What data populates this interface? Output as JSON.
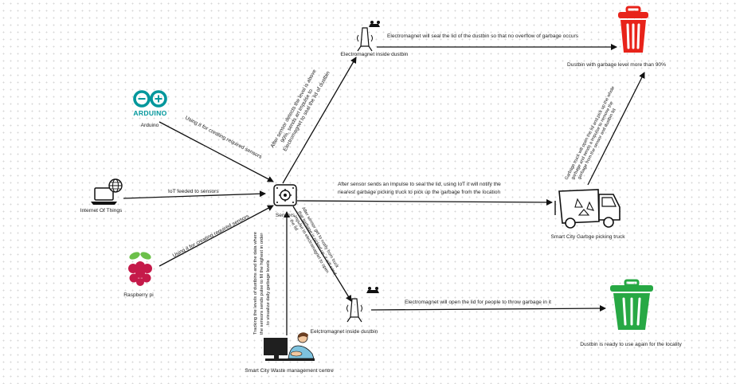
{
  "nodes": {
    "arduino": {
      "logo_text": "ARDUINO",
      "caption": "Arduino"
    },
    "iot": {
      "caption": "Internet Of Things"
    },
    "raspberry": {
      "caption": "Raspberry pi"
    },
    "sensors": {
      "caption": "Sensors"
    },
    "electromagnet_top": {
      "caption": "Electromagnet inside dustbin"
    },
    "electromagnet_bottom": {
      "caption": "Eelctromagnet inside dustbin"
    },
    "full_bin": {
      "caption": "Dustbin with garbage level more than 90%"
    },
    "truck": {
      "caption": "Smart City Garbge picking truck"
    },
    "ready_bin": {
      "caption": "Dustbin is ready to use again for the locality"
    },
    "centre": {
      "caption": "Smart City Waste management centre"
    }
  },
  "edges": {
    "arduino_sensors": "Using it for creating required sensors",
    "iot_sensors": "IoT feeded to sensors",
    "raspberry_sensors": "Using it for creating required sensors",
    "sensors_em_top": [
      "After sensor detects the level is above",
      "90%, sends an impulse to",
      "Electromagnet to seal the lid of dustbin"
    ],
    "em_top_bin": "Electromagnet will seal the lid of the dustbin  so that no overflow of garbage occurs",
    "sensors_truck": [
      "After sensor  sends an impulse to seal the lid, using IoT it will notify the",
      "nearest garbage picking truck to pick up the garbage from the location"
    ],
    "truck_bin": [
      "Garbage truck will open the lid and pick up the whole",
      "garbage and sends a impulse to remove the",
      "garbage from the sensor and dustbin lid"
    ],
    "truck_em_bottom": [
      "After sensor get to notify from truck",
      "that garbage is picked up, it will send",
      "impulse to electromagnet to open",
      "the lid"
    ],
    "em_bottom_bin": "Electromagnet will open the lid for people to throw garbage in it",
    "centre_sensors": [
      "Tracking the levels of dustbins and the data where",
      "the sensors sends pulse to fill the highest in order",
      "to visualize daily garbage levels"
    ]
  },
  "colors": {
    "arduino": "#00979c",
    "red_bin": "#e8231a",
    "green_bin": "#27a844",
    "raspberry": "#c51a4a",
    "leaf": "#6cc04a",
    "screen": "#1f1f1f",
    "shirt": "#7ec3df"
  }
}
